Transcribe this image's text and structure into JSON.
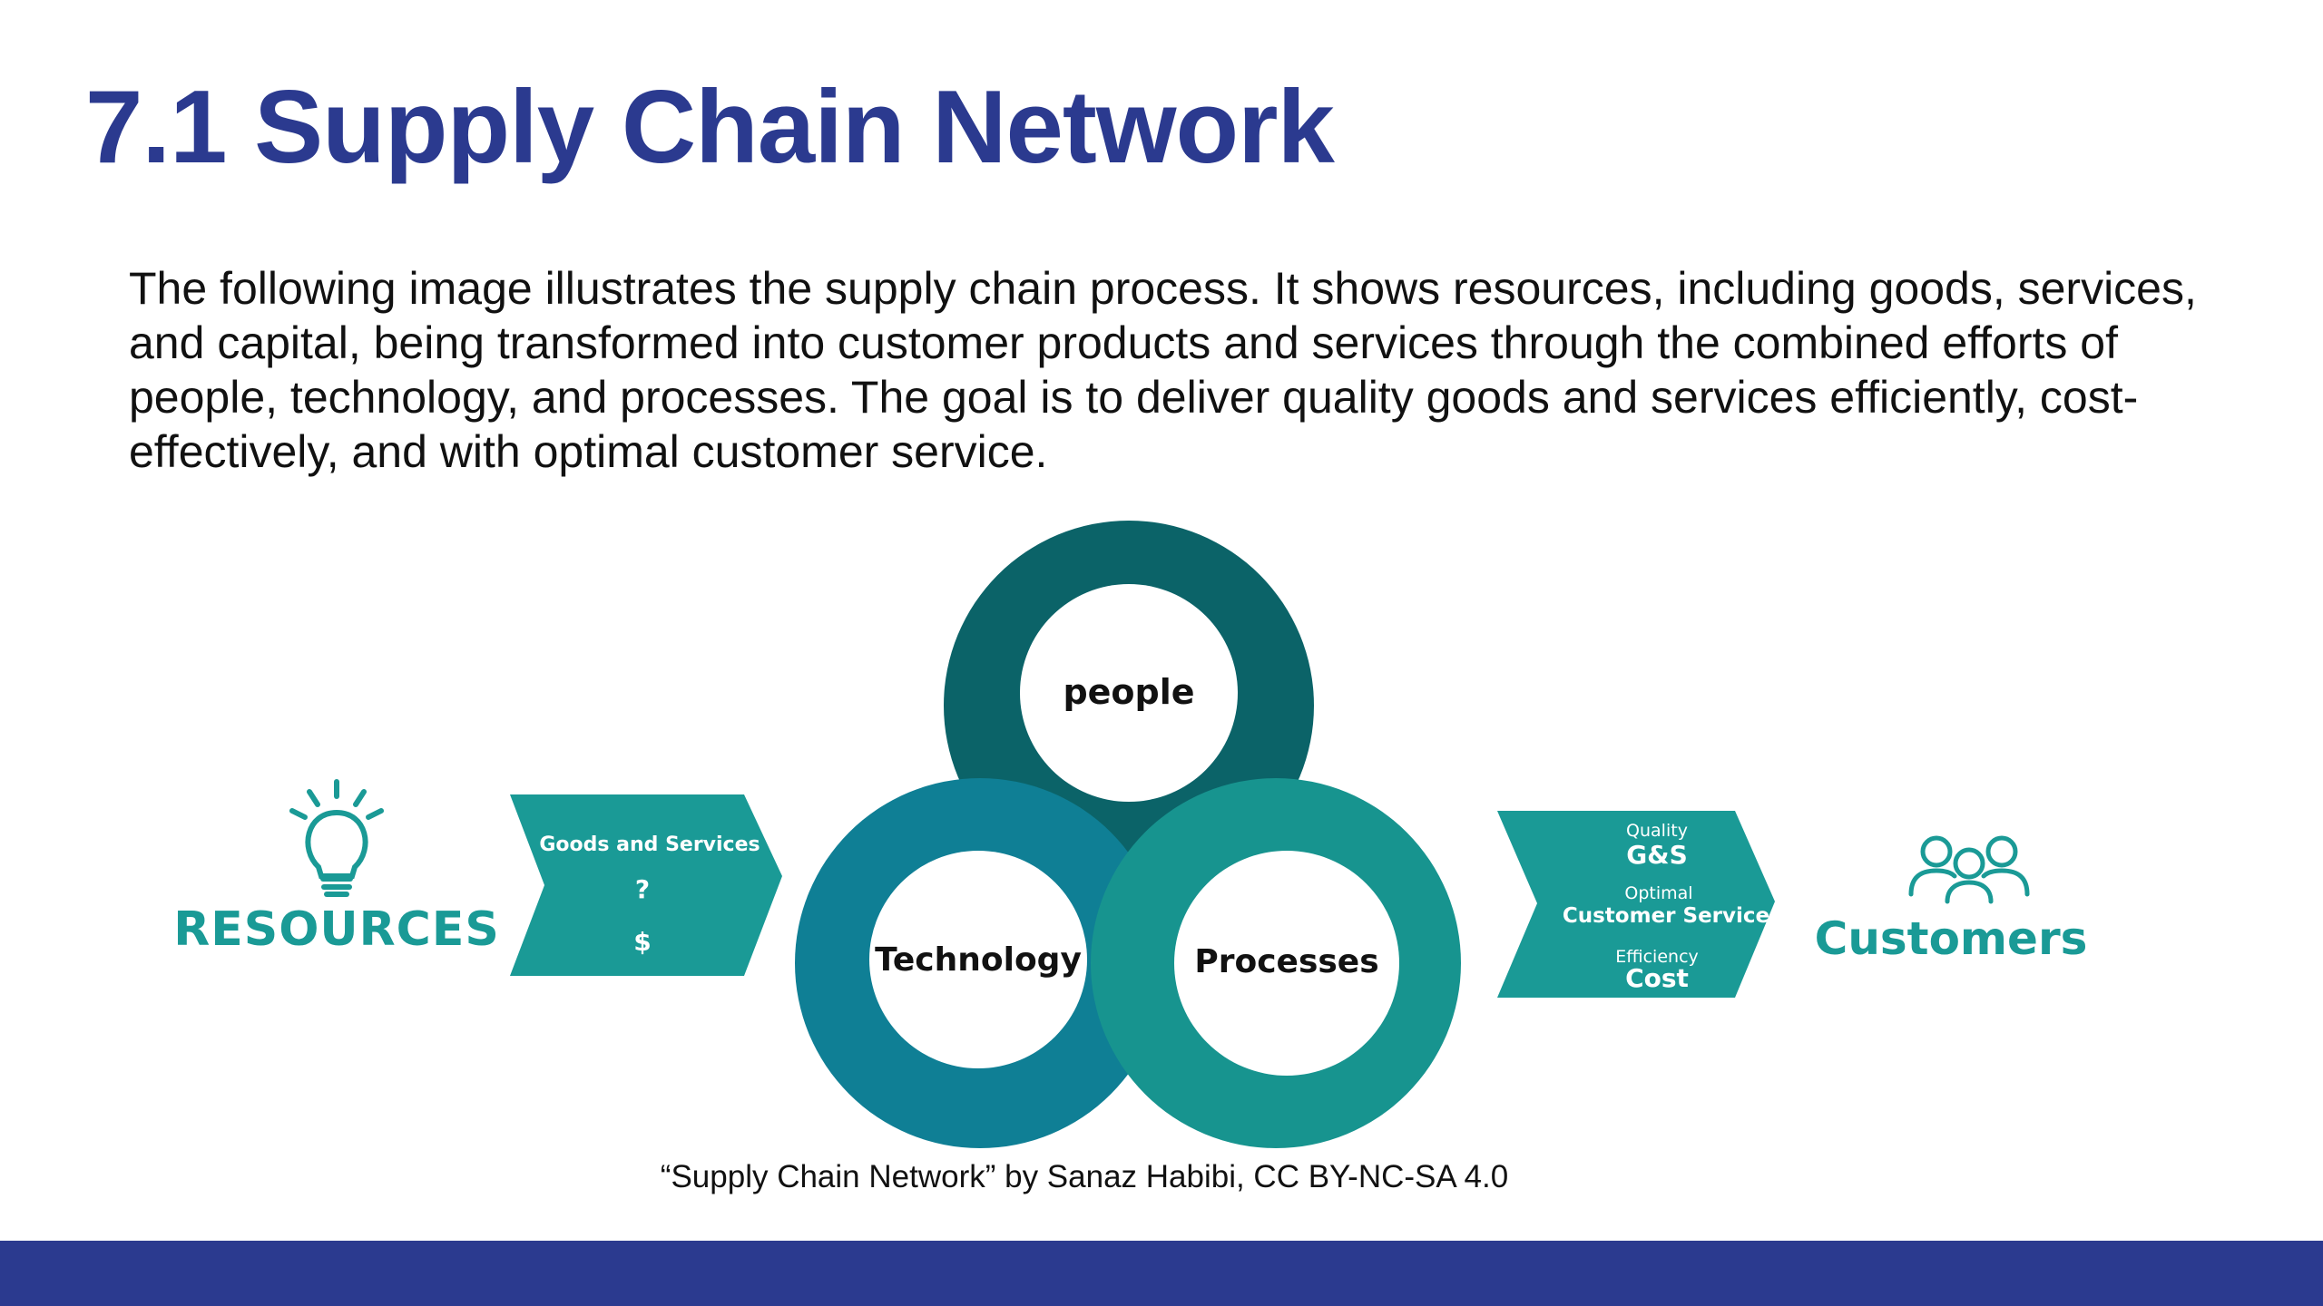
{
  "slide": {
    "title": "7.1 Supply Chain Network",
    "body": "The following image illustrates the supply chain process. It shows resources, including goods, services, and capital, being transformed into customer products and services through the combined efforts of people, technology, and processes. The goal is to deliver quality goods and services efficiently, cost-effectively, and with optimal customer service.",
    "caption": "“Supply Chain Network” by Sanaz Habibi, CC BY-NC-SA 4.0"
  },
  "diagram": {
    "resources_label": "RESOURCES",
    "input_arrow": {
      "line1": "Goods and Services",
      "line2": "?",
      "line3": "$"
    },
    "circles": {
      "top": "people",
      "left": "Technology",
      "right": "Processes"
    },
    "output_arrow": {
      "quality_small": "Quality",
      "quality_big": "G&S",
      "optimal_small": "Optimal",
      "optimal_big": "Customer Service",
      "efficiency_small": "Efficiency",
      "efficiency_big": "Cost"
    },
    "customers_label": "Customers",
    "icons": {
      "resources": "lightbulb-icon",
      "customers": "people-group-icon"
    },
    "colors": {
      "title_blue": "#2b3a8f",
      "teal_dark": "#0b6368",
      "teal_blue": "#0f7f95",
      "teal": "#17948f",
      "teal_arrow": "#1a9a96",
      "footer": "#2b3a8f"
    }
  }
}
